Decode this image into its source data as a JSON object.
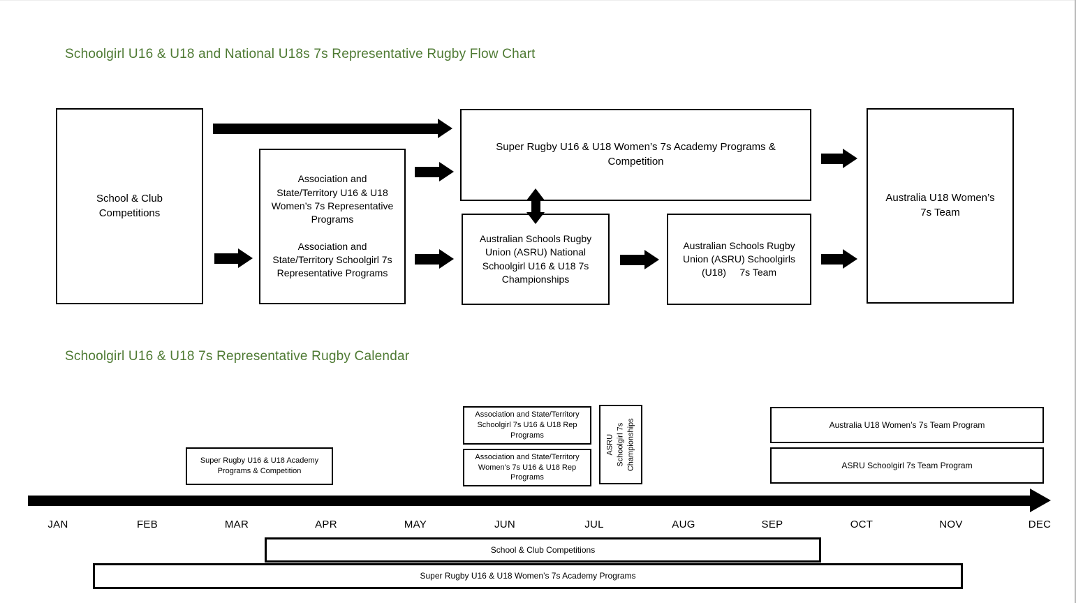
{
  "page": {
    "background": "#ffffff",
    "accent_green": "#4E7A33",
    "line_color": "#000000"
  },
  "flow_chart": {
    "title": "Schoolgirl U16 & U18 and National U18s 7s Representative Rugby Flow Chart",
    "boxes": {
      "school_club": "School & Club\nCompetitions",
      "association": "Association and\nState/Territory U16 & U18\nWomen’s 7s Representative\nPrograms\n\nAssociation and\nState/Territory Schoolgirl 7s\nRepresentative Programs",
      "super_rugby": "Super Rugby U16 & U18 Women’s 7s Academy Programs &\nCompetition",
      "asru_championships": "Australian Schools Rugby\nUnion (ASRU) National\nSchoolgirl U16 & U18 7s\nChampionships",
      "asru_team": "Australian Schools Rugby\nUnion (ASRU) Schoolgirls\n(U18)     7s Team",
      "australia_team": "Australia U18 Women’s\n7s Team"
    }
  },
  "calendar": {
    "title": "Schoolgirl U16 & U18 7s Representative Rugby Calendar",
    "months": [
      "JAN",
      "FEB",
      "MAR",
      "APR",
      "MAY",
      "JUN",
      "JUL",
      "AUG",
      "SEP",
      "OCT",
      "NOV",
      "DEC"
    ],
    "events": {
      "super_academy": "Super Rugby U16 & U18 Academy\nPrograms & Competition",
      "assoc_schoolgirl": "Association and State/Territory\nSchoolgirl 7s U16 & U18 Rep\nPrograms",
      "assoc_womens": "Association and State/Territory\nWomen’s 7s U16 & U18 Rep\nPrograms",
      "asru_championships": "ASRU Schoolgirl 7s\nChampionships",
      "australia_program": "Australia U18 Women’s 7s Team Program",
      "asru_program": "ASRU Schoolgirl 7s Team Program",
      "school_club": "School & Club Competitions",
      "super_programs": "Super Rugby U16 & U18 Women’s 7s Academy Programs"
    }
  }
}
